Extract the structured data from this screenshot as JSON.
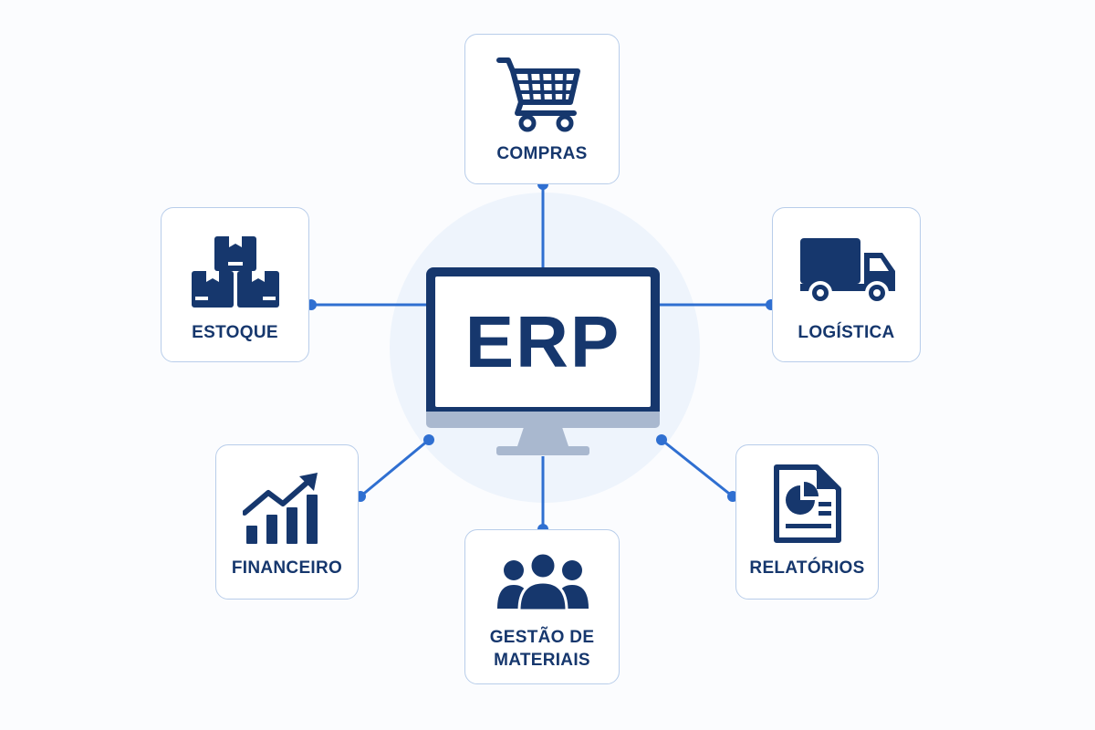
{
  "center": {
    "label": "ERP"
  },
  "modules": [
    {
      "id": "compras",
      "label": "COMPRAS",
      "icon": "shopping-cart-icon"
    },
    {
      "id": "estoque",
      "label": "ESTOQUE",
      "icon": "boxes-icon"
    },
    {
      "id": "logistica",
      "label": "LOGÍSTICA",
      "icon": "truck-icon"
    },
    {
      "id": "financeiro",
      "label": "FINANCEIRO",
      "icon": "growth-chart-icon"
    },
    {
      "id": "relatorios",
      "label": "RELATÓRIOS",
      "icon": "report-document-icon"
    },
    {
      "id": "gestao",
      "label_lines": [
        "GESTÃO DE",
        "MATERIAIS"
      ],
      "icon": "team-people-icon"
    }
  ],
  "colors": {
    "navy": "#16376d",
    "connector_blue": "#2f6fd1",
    "card_border": "#b8cdea",
    "halo": "#eef4fc",
    "monitor_grey": "#a9b8cf"
  }
}
